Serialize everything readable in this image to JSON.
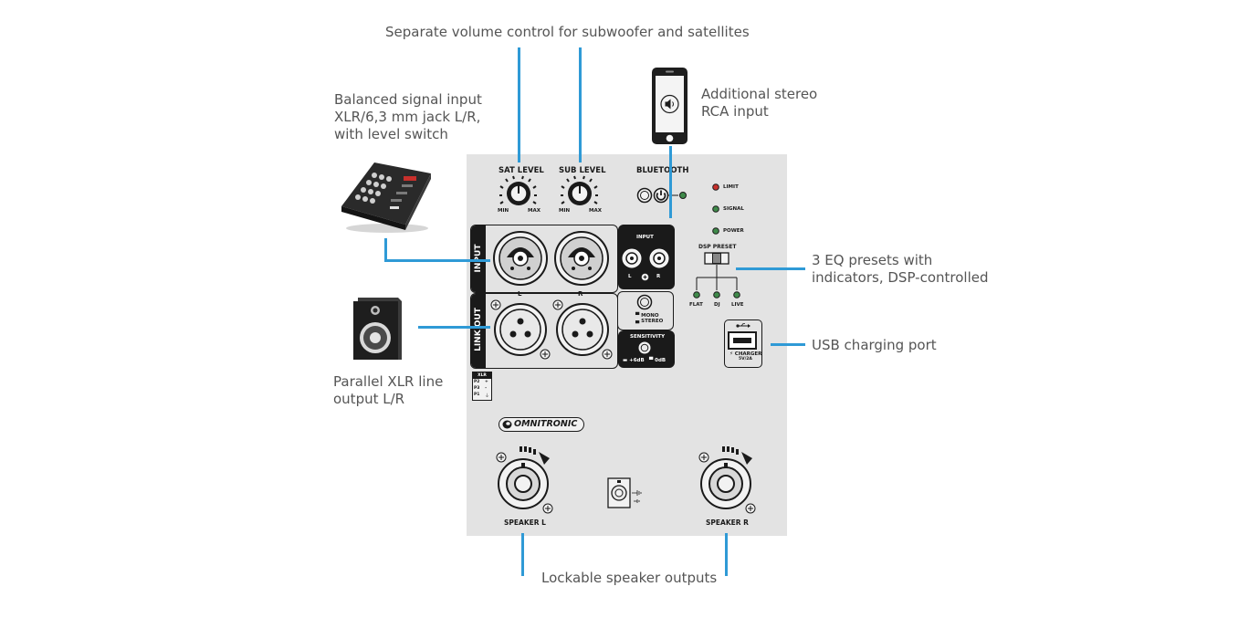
{
  "callouts": {
    "volume": "Separate volume control for subwoofer and satellites",
    "balanced": [
      "Balanced signal input",
      "XLR/6,3 mm jack L/R,",
      "with level switch"
    ],
    "rca": [
      "Additional stereo",
      "RCA input"
    ],
    "eq": [
      "3 EQ presets with",
      "indicators, DSP-controlled"
    ],
    "usb": "USB charging port",
    "parallel": [
      "Parallel XLR line",
      "output L/R"
    ],
    "speaker": "Lockable speaker outputs"
  },
  "panel": {
    "sat_level": "SAT LEVEL",
    "sub_level": "SUB LEVEL",
    "min": "MIN",
    "max": "MAX",
    "bluetooth": "BLUETOOTH",
    "limit": "LIMIT",
    "signal": "SIGNAL",
    "power": "POWER",
    "input": "INPUT",
    "link_out": "LINK OUT",
    "l": "L",
    "r": "R",
    "rca_input": "INPUT",
    "mono": "MONO",
    "stereo": "STEREO",
    "sensitivity": "SENSITIVITY",
    "plus6": "+6dB",
    "zero": "0dB",
    "dsp_preset": "DSP PRESET",
    "flat": "FLAT",
    "dj": "DJ",
    "live": "LIVE",
    "charger": "CHARGER",
    "charger_spec": "5V/2A",
    "xlr": "XLR",
    "p2": "P2",
    "p3": "P3",
    "p1": "P1",
    "plus": "+",
    "minus": "–",
    "brand": "OMNITRONIC",
    "speaker_l": "SPEAKER L",
    "speaker_r": "SPEAKER R"
  },
  "colors": {
    "accent": "#2f9ad6",
    "panel": "#e3e3e3",
    "led_red": "#c8302c",
    "led_green": "#3f8a4a"
  }
}
